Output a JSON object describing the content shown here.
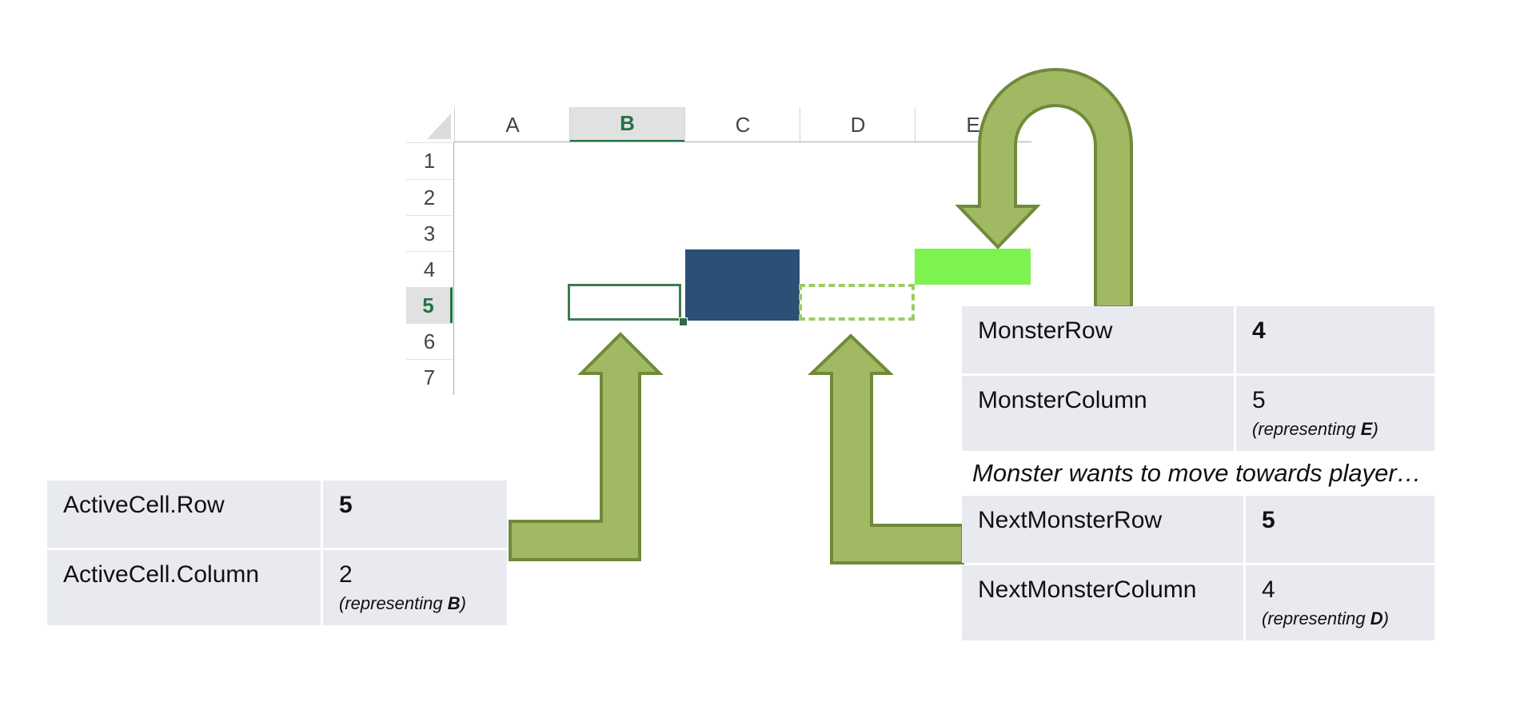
{
  "spreadsheet": {
    "columns": [
      "A",
      "B",
      "C",
      "D",
      "E"
    ],
    "rows": [
      "1",
      "2",
      "3",
      "4",
      "5",
      "6",
      "7"
    ],
    "selected_column": "B",
    "selected_row": "5"
  },
  "active_cell_table": {
    "row_label": "ActiveCell.Row",
    "row_value": "5",
    "column_label": "ActiveCell.Column",
    "column_value": "2",
    "column_note_prefix": "(representing ",
    "column_note_letter": "B",
    "column_note_suffix": ")"
  },
  "monster_table": {
    "row_label": "MonsterRow",
    "row_value": "4",
    "column_label": "MonsterColumn",
    "column_value": "5",
    "column_note_prefix": "(representing ",
    "column_note_letter": "E",
    "column_note_suffix": ")"
  },
  "caption": "Monster wants to move towards player…",
  "next_monster_table": {
    "row_label": "NextMonsterRow",
    "row_value": "5",
    "column_label": "NextMonsterColumn",
    "column_value": "4",
    "column_note_prefix": "(representing ",
    "column_note_letter": "D",
    "column_note_suffix": ")"
  },
  "colors": {
    "player": "#2b4f75",
    "monster": "#7ef24f",
    "next_cell_dash": "#9ccc65",
    "arrow_fill": "#a2b964",
    "arrow_stroke": "#6f8a3a",
    "active_cell_border": "#3e7a52",
    "table_bg": "#e8eaf0"
  }
}
